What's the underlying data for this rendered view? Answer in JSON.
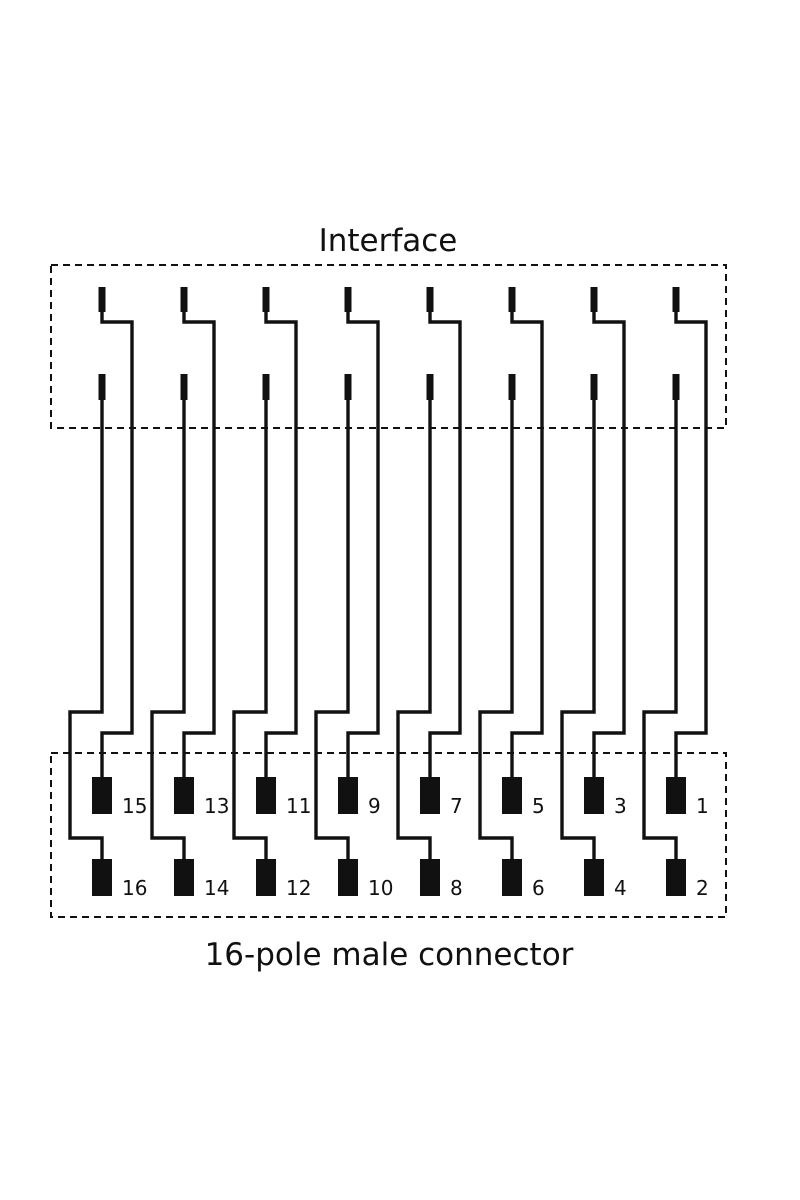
{
  "diagram": {
    "top_label": "Interface",
    "bottom_label": "16-pole male connector",
    "columns": [
      {
        "odd_pin": "15",
        "even_pin": "16"
      },
      {
        "odd_pin": "13",
        "even_pin": "14"
      },
      {
        "odd_pin": "11",
        "even_pin": "12"
      },
      {
        "odd_pin": "9",
        "even_pin": "10"
      },
      {
        "odd_pin": "7",
        "even_pin": "8"
      },
      {
        "odd_pin": "5",
        "even_pin": "6"
      },
      {
        "odd_pin": "3",
        "even_pin": "4"
      },
      {
        "odd_pin": "1",
        "even_pin": "2"
      }
    ]
  }
}
